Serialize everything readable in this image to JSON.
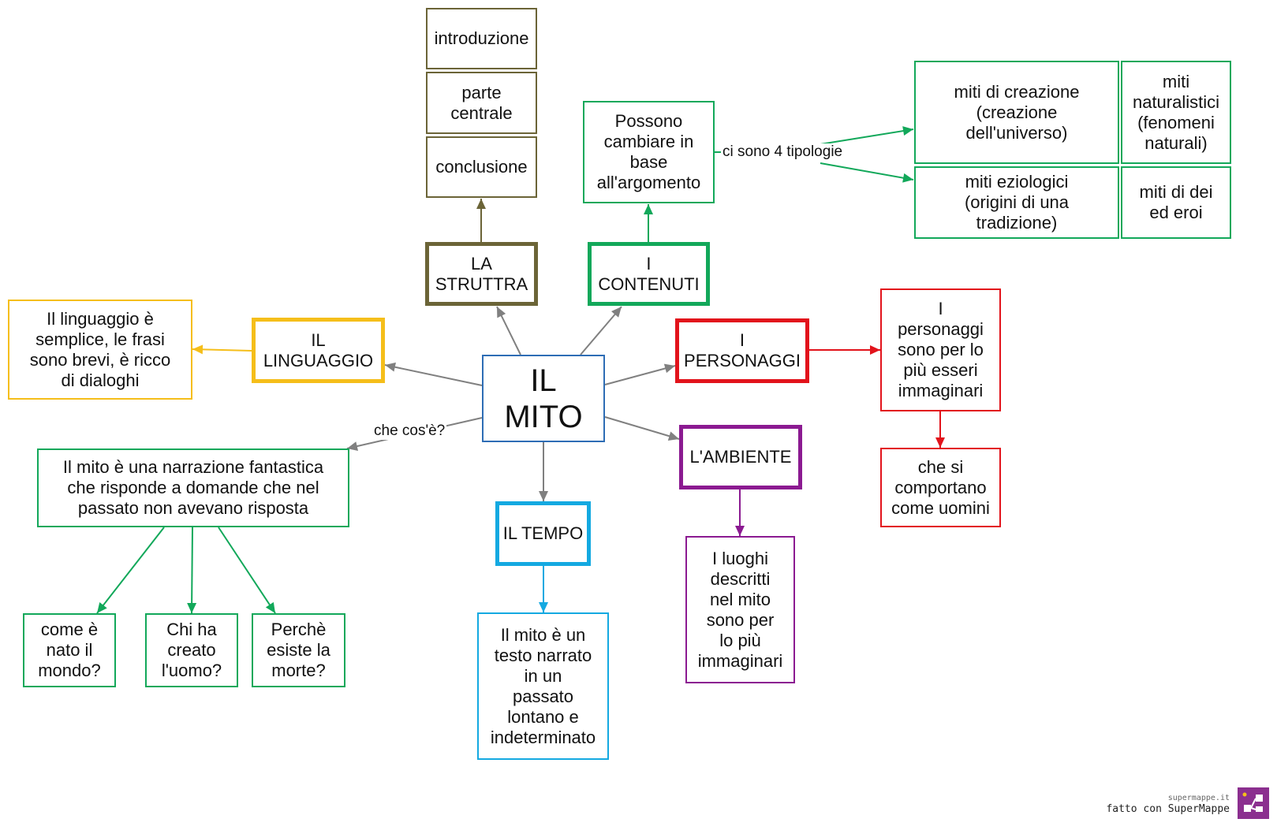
{
  "colors": {
    "gray": "#808080",
    "olive": "#6b6437",
    "green": "#12a85a",
    "yellow": "#f5be1a",
    "red": "#e2131b",
    "purple": "#8b1a91",
    "cyan": "#14a9e1",
    "blue": "#2e6db5"
  },
  "nodes": {
    "root": "IL\nMITO",
    "struttura": "LA\nSTRUTTRA",
    "introduzione": "introduzione",
    "parte_centrale": "parte\ncentrale",
    "conclusione": "conclusione",
    "contenuti": "I\nCONTENUTI",
    "possono": "Possono\ncambiare in\nbase\nall'argomento",
    "miti_creazione": "miti di creazione\n(creazione\ndell'universo)",
    "miti_naturalistici": "miti\nnaturalistici\n(fenomeni\nnaturali)",
    "miti_eziologici": "miti eziologici\n(origini di una\ntradizione)",
    "miti_dei": "miti di dei\ned eroi",
    "linguaggio": "IL\nLINGUAGGIO",
    "linguaggio_desc": "Il linguaggio è\nsemplice, le frasi\nsono brevi, è ricco\ndi dialoghi",
    "personaggi": "I\nPERSONAGGI",
    "personaggi_desc": "I\npersonaggi\nsono per lo\npiù esseri\nimmaginari",
    "comportano": "che si\ncomportano\ncome uomini",
    "ambiente": "L'AMBIENTE",
    "luoghi": "I luoghi\ndescritti\nnel mito\nsono per\nlo più\nimmaginari",
    "tempo": "IL TEMPO",
    "tempo_desc": "Il mito è un\ntesto narrato\nin un\npassato\nlontano e\nindeterminato",
    "definizione": "Il mito è una narrazione fantastica\nche risponde a domande che nel\npassato non avevano risposta",
    "come_nato": "come è\nnato il\nmondo?",
    "chi_creato": "Chi ha\ncreato\nl'uomo?",
    "perche_morte": "Perchè\nesiste la\nmorte?"
  },
  "edge_labels": {
    "che_cose": "che cos'è?",
    "tipologie": "ci sono 4 tipologie"
  },
  "footer": {
    "site": "supermappe.it",
    "made_with": "fatto con SuperMappe"
  }
}
